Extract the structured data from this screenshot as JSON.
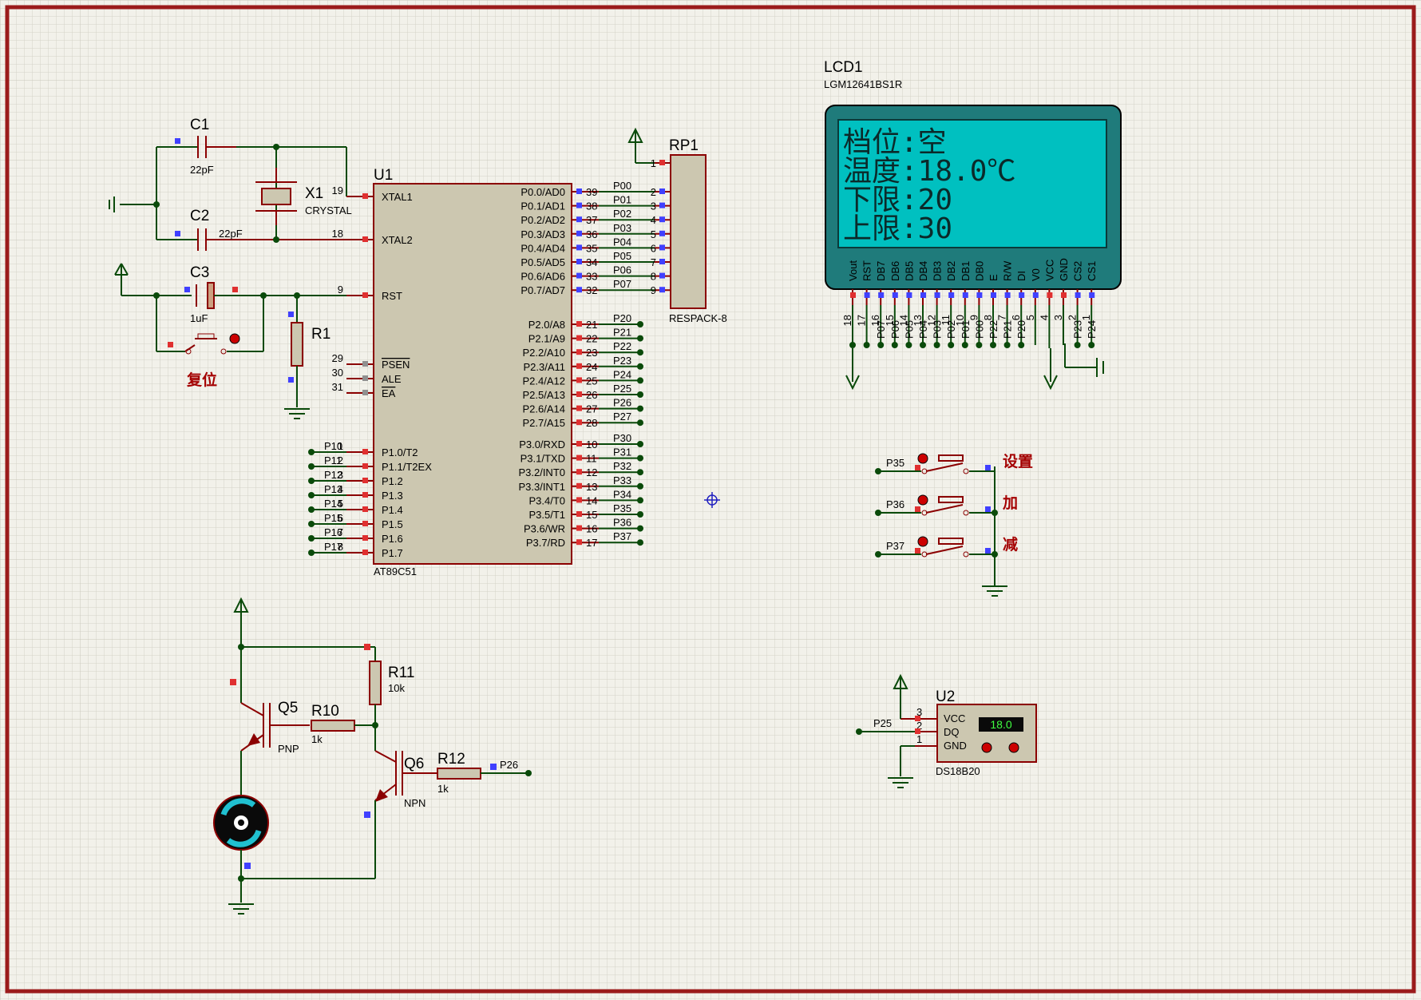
{
  "c1": {
    "ref": "C1",
    "value": "22pF"
  },
  "c2": {
    "ref": "C2",
    "value": "22pF"
  },
  "c3": {
    "ref": "C3",
    "value": "1uF"
  },
  "x1": {
    "ref": "X1",
    "value": "CRYSTAL"
  },
  "r1": {
    "ref": "R1"
  },
  "reset_label": "复位",
  "u1": {
    "ref": "U1",
    "part": "AT89C51",
    "left_pins": [
      {
        "num": "19",
        "name": "XTAL1"
      },
      {
        "num": "18",
        "name": "XTAL2"
      },
      {
        "num": "9",
        "name": "RST"
      },
      {
        "num": "29",
        "name": "PSEN"
      },
      {
        "num": "30",
        "name": "ALE"
      },
      {
        "num": "31",
        "name": "EA"
      },
      {
        "num": "1",
        "name": "P1.0/T2",
        "net": "P10"
      },
      {
        "num": "2",
        "name": "P1.1/T2EX",
        "net": "P11"
      },
      {
        "num": "3",
        "name": "P1.2",
        "net": "P12"
      },
      {
        "num": "4",
        "name": "P1.3",
        "net": "P13"
      },
      {
        "num": "5",
        "name": "P1.4",
        "net": "P14"
      },
      {
        "num": "6",
        "name": "P1.5",
        "net": "P15"
      },
      {
        "num": "7",
        "name": "P1.6",
        "net": "P16"
      },
      {
        "num": "8",
        "name": "P1.7",
        "net": "P17"
      }
    ],
    "right_pins": [
      {
        "num": "39",
        "name": "P0.0/AD0",
        "net": "P00"
      },
      {
        "num": "38",
        "name": "P0.1/AD1",
        "net": "P01"
      },
      {
        "num": "37",
        "name": "P0.2/AD2",
        "net": "P02"
      },
      {
        "num": "36",
        "name": "P0.3/AD3",
        "net": "P03"
      },
      {
        "num": "35",
        "name": "P0.4/AD4",
        "net": "P04"
      },
      {
        "num": "34",
        "name": "P0.5/AD5",
        "net": "P05"
      },
      {
        "num": "33",
        "name": "P0.6/AD6",
        "net": "P06"
      },
      {
        "num": "32",
        "name": "P0.7/AD7",
        "net": "P07"
      },
      {
        "num": "21",
        "name": "P2.0/A8",
        "net": "P20"
      },
      {
        "num": "22",
        "name": "P2.1/A9",
        "net": "P21"
      },
      {
        "num": "23",
        "name": "P2.2/A10",
        "net": "P22"
      },
      {
        "num": "24",
        "name": "P2.3/A11",
        "net": "P23"
      },
      {
        "num": "25",
        "name": "P2.4/A12",
        "net": "P24"
      },
      {
        "num": "26",
        "name": "P2.5/A13",
        "net": "P25"
      },
      {
        "num": "27",
        "name": "P2.6/A14",
        "net": "P26"
      },
      {
        "num": "28",
        "name": "P2.7/A15",
        "net": "P27"
      },
      {
        "num": "10",
        "name": "P3.0/RXD",
        "net": "P30"
      },
      {
        "num": "11",
        "name": "P3.1/TXD",
        "net": "P31"
      },
      {
        "num": "12",
        "name": "P3.2/INT0",
        "net": "P32"
      },
      {
        "num": "13",
        "name": "P3.3/INT1",
        "net": "P33"
      },
      {
        "num": "14",
        "name": "P3.4/T0",
        "net": "P34"
      },
      {
        "num": "15",
        "name": "P3.5/T1",
        "net": "P35"
      },
      {
        "num": "16",
        "name": "P3.6/WR",
        "net": "P36"
      },
      {
        "num": "17",
        "name": "P3.7/RD",
        "net": "P37"
      }
    ]
  },
  "rp1": {
    "ref": "RP1",
    "part": "RESPACK-8",
    "pins": [
      "1",
      "2",
      "3",
      "4",
      "5",
      "6",
      "7",
      "8",
      "9"
    ]
  },
  "lcd": {
    "ref": "LCD1",
    "part": "LGM12641BS1R",
    "lines": [
      "档位:空",
      "温度:18.0℃",
      "下限:20",
      "上限:30"
    ],
    "pin_names": [
      "Vout",
      "RST",
      "DB7",
      "DB6",
      "DB5",
      "DB4",
      "DB3",
      "DB2",
      "DB1",
      "DB0",
      "E",
      "R/W",
      "DI",
      "V0",
      "VCC",
      "GND",
      "CS2",
      "CS1"
    ],
    "pin_nums": [
      "18",
      "17",
      "16",
      "15",
      "14",
      "13",
      "12",
      "11",
      "10",
      "9",
      "8",
      "7",
      "6",
      "5",
      "4",
      "3",
      "2",
      "1"
    ],
    "nets": [
      "",
      "",
      "P07",
      "P06",
      "P05",
      "P04",
      "P03",
      "P02",
      "P01",
      "P00",
      "P22",
      "P21",
      "P20",
      "",
      "",
      "",
      "P23",
      "P24"
    ]
  },
  "buttons": [
    {
      "net": "P35",
      "label": "设置"
    },
    {
      "net": "P36",
      "label": "加"
    },
    {
      "net": "P37",
      "label": "减"
    }
  ],
  "u2": {
    "ref": "U2",
    "part": "DS18B20",
    "readout": "18.0",
    "pins": [
      {
        "num": "3",
        "name": "VCC"
      },
      {
        "num": "2",
        "name": "DQ",
        "net": "P25"
      },
      {
        "num": "1",
        "name": "GND"
      }
    ]
  },
  "q5": {
    "ref": "Q5",
    "type": "PNP"
  },
  "q6": {
    "ref": "Q6",
    "type": "NPN"
  },
  "r10": {
    "ref": "R10",
    "value": "1k"
  },
  "r11": {
    "ref": "R11",
    "value": "10k"
  },
  "r12": {
    "ref": "R12",
    "value": "1k",
    "net": "P26"
  },
  "colors": {
    "sheet_border": "#9b1b1b",
    "wire": "#0a4a0a",
    "part_outline": "#8b0000",
    "body_fill": "#ccc7b0",
    "lcd_bezel": "#1f7b7b",
    "lcd_screen": "#00c0c0",
    "readout_bg": "#0a0a0a",
    "readout_fg": "#40ff40"
  }
}
